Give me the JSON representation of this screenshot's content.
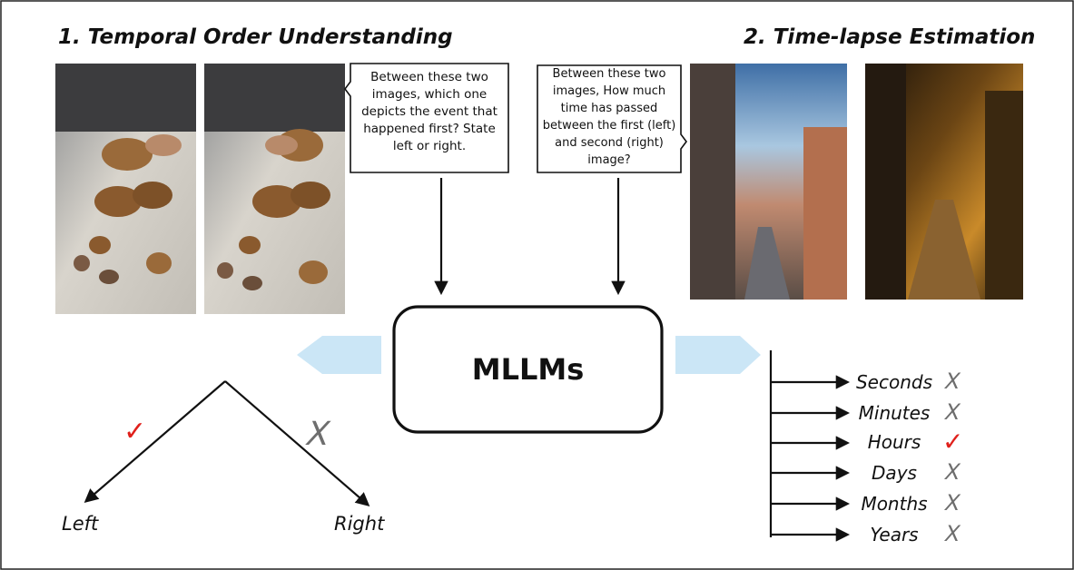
{
  "titles": {
    "temporal_order": "1. Temporal Order Understanding",
    "time_lapse": "2. Time-lapse Estimation"
  },
  "bubbles": {
    "order_question": [
      "Between these two",
      "images, which one",
      "depicts the event that",
      "happened first? State",
      "left or right."
    ],
    "lapse_question": [
      "Between these two",
      "images, How much",
      "time has passed",
      "between the first (left)",
      "and second (right)",
      "image?"
    ]
  },
  "model_label": "MLLMs",
  "order_answers": [
    {
      "label": "Left",
      "mark": "✓",
      "correct": true
    },
    {
      "label": "Right",
      "mark": "X",
      "correct": false
    }
  ],
  "lapse_options": [
    {
      "label": "Seconds",
      "mark": "X",
      "correct": false
    },
    {
      "label": "Minutes",
      "mark": "X",
      "correct": false
    },
    {
      "label": "Hours",
      "mark": "✓",
      "correct": true
    },
    {
      "label": "Days",
      "mark": "X",
      "correct": false
    },
    {
      "label": "Months",
      "mark": "X",
      "correct": false
    },
    {
      "label": "Years",
      "mark": "X",
      "correct": false
    }
  ],
  "colors": {
    "correct": "#e0201b",
    "wrong": "#6e6e6e",
    "arrow_fill": "#cbe6f6",
    "ink": "#111111"
  }
}
